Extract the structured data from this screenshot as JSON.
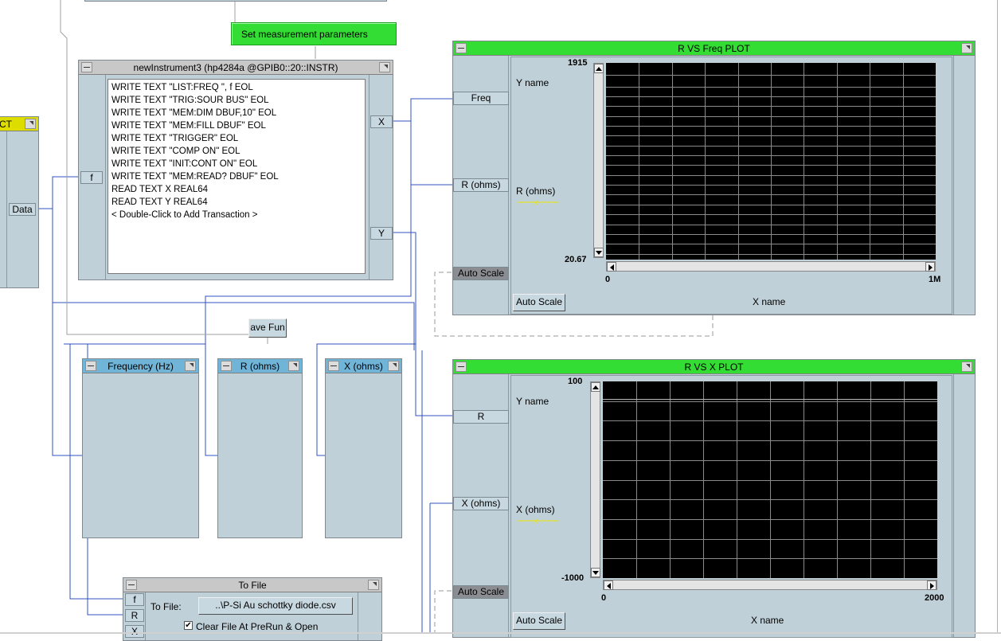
{
  "set_params_label": "Set measurement parameters",
  "instrument": {
    "title": "newInstrument3 (hp4284a @GPIB0::20::INSTR)",
    "transactions": [
      "WRITE TEXT \"LIST:FREQ \", f EOL",
      "WRITE TEXT \"TRIG:SOUR BUS\" EOL",
      "WRITE TEXT \"MEM:DIM DBUF,10\" EOL",
      "WRITE TEXT \"MEM:FILL DBUF\" EOL",
      "WRITE TEXT \"TRIGGER\" EOL",
      "WRITE TEXT \"COMP ON\" EOL",
      "WRITE TEXT \"INIT:CONT ON\" EOL",
      "WRITE TEXT \"MEM:READ? DBUF\" EOL",
      "READ TEXT X REAL64",
      "READ TEXT Y REAL64",
      "< Double-Click to Add Transaction >"
    ],
    "input_pin": "f",
    "output_x": "X",
    "output_y": "Y"
  },
  "left_object": {
    "title": "CT",
    "pin": "Data"
  },
  "save_fun_label": "ave Fun",
  "displays": {
    "frequency": "Frequency (Hz)",
    "r": "R (ohms)",
    "x": "X (ohms)"
  },
  "to_file": {
    "title": "To File",
    "pins": [
      "f",
      "R",
      "X"
    ],
    "label": "To File:",
    "filename": "..\\P-Si Au schottky diode.csv",
    "checkbox_label": "Clear File At PreRun & Open"
  },
  "plot1": {
    "title": "R VS Freq PLOT",
    "pins": {
      "x": "Freq",
      "y": "R (ohms)",
      "auto": "Auto Scale"
    },
    "y_name": "Y name",
    "trace_name": "R (ohms)",
    "y_max": "1915",
    "y_min": "20.67",
    "x_min": "0",
    "x_max": "1M",
    "x_name": "X name",
    "auto_scale": "Auto Scale",
    "trace_color": "#e8e800"
  },
  "plot2": {
    "title": "R VS X PLOT",
    "pins": {
      "x": "R",
      "y": "X (ohms)",
      "auto": "Auto Scale"
    },
    "y_name": "Y name",
    "trace_name": "X (ohms)",
    "y_max": "100",
    "y_min": "-1000",
    "x_min": "0",
    "x_max": "2000",
    "x_name": "X name",
    "auto_scale": "Auto Scale",
    "trace_color": "#e8e800"
  },
  "colors": {
    "title_green": "#33dd33",
    "title_blue": "#70b4d8",
    "title_yellow": "#dddd00",
    "panel": "#c0d0d8",
    "wire": "#3050c0"
  }
}
